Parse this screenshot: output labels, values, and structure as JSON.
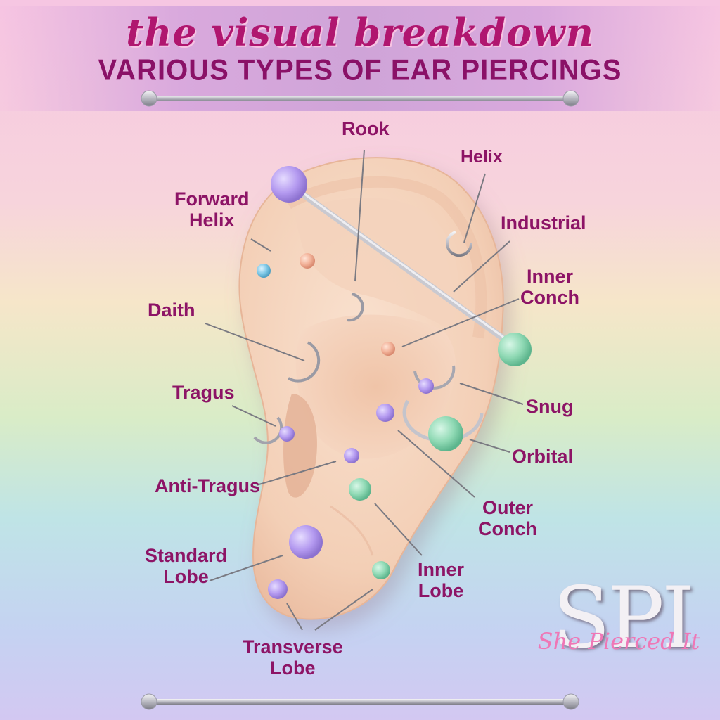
{
  "title": {
    "script": "the visual breakdown",
    "main": "VARIOUS TYPES OF EAR PIERCINGS"
  },
  "labels": {
    "rook": "Rook",
    "helix": "Helix",
    "forward_helix": [
      "Forward",
      "Helix"
    ],
    "industrial": "Industrial",
    "inner_conch": [
      "Inner",
      "Conch"
    ],
    "daith": "Daith",
    "snug": "Snug",
    "tragus": "Tragus",
    "orbital": "Orbital",
    "anti_tragus": "Anti-Tragus",
    "outer_conch": [
      "Outer",
      "Conch"
    ],
    "standard_lobe": [
      "Standard",
      "Lobe"
    ],
    "inner_lobe": [
      "Inner",
      "Lobe"
    ],
    "transverse_lobe": [
      "Transverse",
      "Lobe"
    ]
  },
  "logo": {
    "mark": "SPI",
    "script": "She Pierced It"
  },
  "colors": {
    "label": "#8d1466",
    "title": "#b0166f",
    "bead_purple": "#b79cf0",
    "bead_mint": "#8fdcb6",
    "bead_peach": "#f2b49a",
    "bead_blue": "#7cc9e8",
    "skin": "#f6d6c0"
  }
}
